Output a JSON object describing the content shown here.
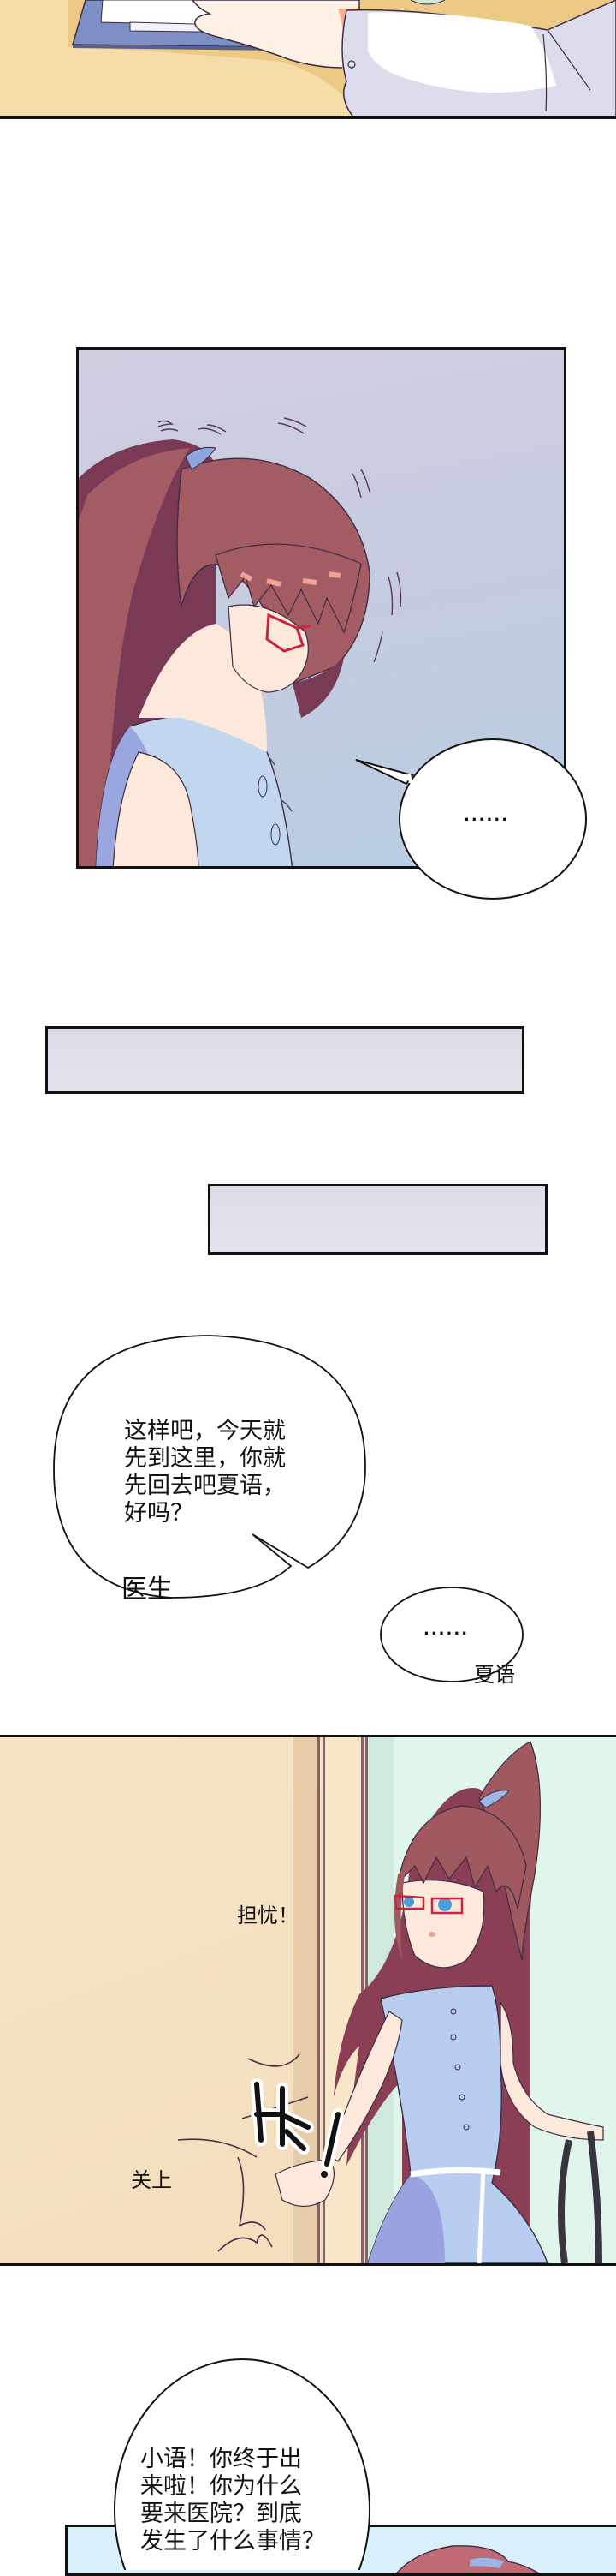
{
  "comic": {
    "panels": [
      {
        "id": "panel-1",
        "scene": "doctor-hand-on-clipboard",
        "colors": {
          "desk": "#f5ddaa",
          "desk_shadow": "#ecca86",
          "clipboard": "#7d8fc4",
          "paper": "#ffffff",
          "sleeve": "#dcdcec",
          "skin": "#fdf1e6"
        }
      },
      {
        "id": "panel-2",
        "scene": "xiayu-trembling-head-down",
        "colors": {
          "bg_top": "#cfcedf",
          "bg_bottom": "#b9cde3",
          "hair": "#a35b64",
          "hair_dark": "#7a3954",
          "glasses": "#d0203c",
          "shirt": "#c2d6ef",
          "shirt_shadow": "#9aa6de",
          "skin": "#fde9dc"
        },
        "bubble": {
          "text": "......"
        }
      },
      {
        "id": "panel-3",
        "scene": "xiayu-closing-door",
        "colors": {
          "wall_left": "#f6e2c2",
          "door_shadow": "#e6cca8",
          "door_frame": "#f7e6c8",
          "wall_right": "#e0f6ea",
          "hair": "#a0595f",
          "dress": "#b8cdef",
          "dress_shadow": "#9aa3e0",
          "skin": "#fde9dc"
        },
        "texts": {
          "worry": "担忧！",
          "close": "关上",
          "sfx": "咔！"
        }
      },
      {
        "id": "panel-4",
        "scene": "friend-calls-out",
        "colors": {
          "bg": "#d9effa",
          "hair": "#c06a73"
        }
      }
    ],
    "caption_boxes": [
      {
        "id": "caption-box-1",
        "text": ""
      },
      {
        "id": "caption-box-2",
        "text": ""
      }
    ],
    "dialogue": {
      "doctor": {
        "lines": "这样吧，今天就\n先到这里，你就\n先回去吧夏语，\n好吗？",
        "speaker": "医生"
      },
      "xiayu": {
        "lines": "......",
        "speaker": "夏语"
      },
      "friend": {
        "lines": "小语！你终于出\n来啦！你为什么\n要来医院？到底\n发生了什么事情？"
      }
    }
  }
}
